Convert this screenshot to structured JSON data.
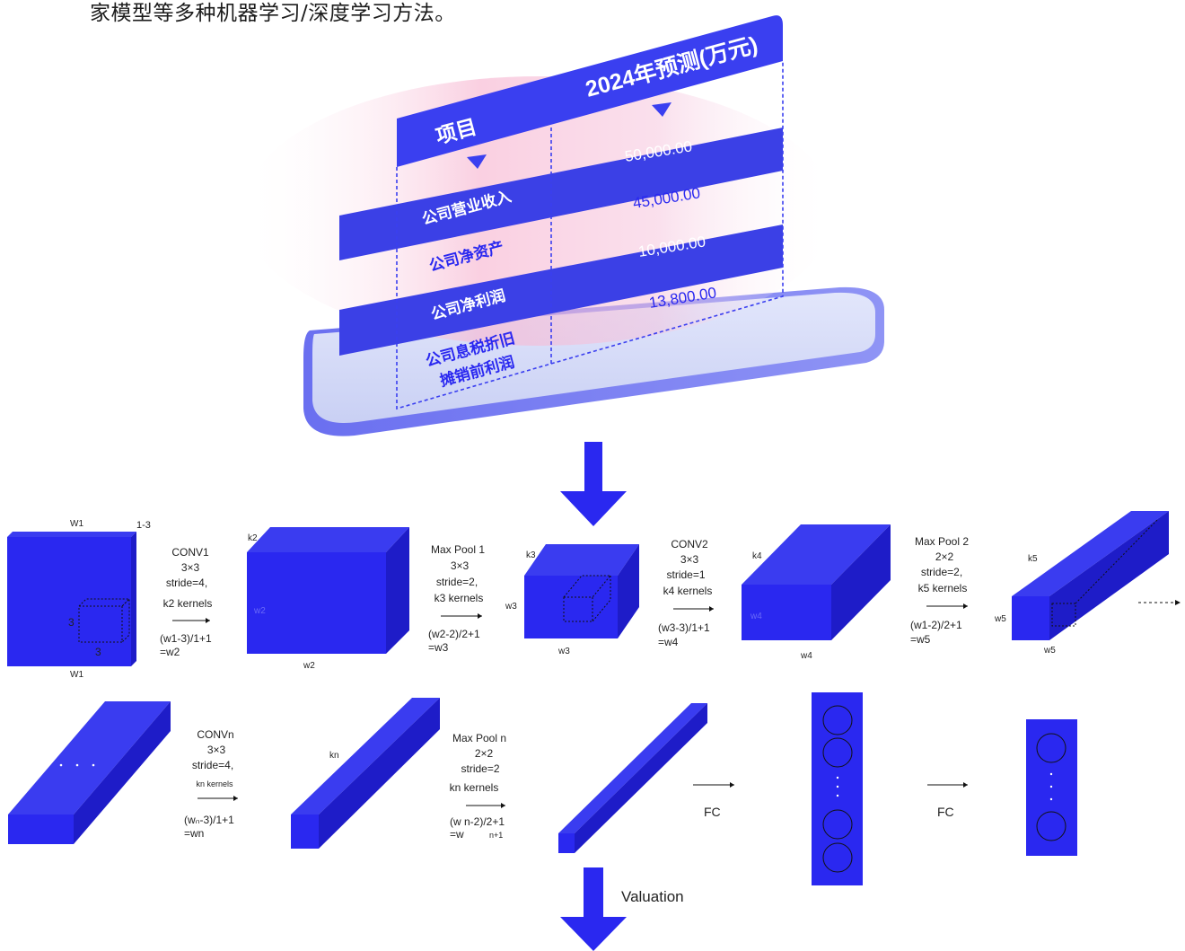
{
  "intro_text": "家模型等多种机器学习/深度学习方法。",
  "table": {
    "header_item": "项目",
    "header_value": "2024年预测(万元)",
    "rows": [
      {
        "label": "公司营业收入",
        "value": "50,000.00"
      },
      {
        "label": "公司净资产",
        "value": "45,000.00"
      },
      {
        "label": "公司净利润",
        "value": "10,000.00"
      },
      {
        "label_line1": "公司息税折旧",
        "label_line2": "摊销前利润",
        "value": "13,800.00"
      }
    ]
  },
  "cnn": {
    "block1": {
      "w_top": "W1",
      "w_bottom": "W1",
      "depth": "1-3",
      "k_a": "3",
      "k_b": "3"
    },
    "op1": {
      "l1": "CONV1",
      "l2": "3×3",
      "l3": "stride=4,",
      "l4": "k2 kernels",
      "f1": "(w1-3)/1+1",
      "f2": "=w2"
    },
    "block2": {
      "k": "k2",
      "w_side": "w2",
      "w_bottom": "w2"
    },
    "op2": {
      "l1": "Max Pool 1",
      "l2": "3×3",
      "l3": "stride=2,",
      "l4": "k3 kernels",
      "f1": "(w2-2)/2+1",
      "f2": "=w3"
    },
    "block3": {
      "k": "k3",
      "w_side": "w3",
      "w_bottom": "w3"
    },
    "op3": {
      "l1": "CONV2",
      "l2": "3×3",
      "l3": "stride=1",
      "l4": "k4 kernels",
      "f1": "(w3-3)/1+1",
      "f2": "=w4"
    },
    "block4": {
      "k": "k4",
      "w_side": "w4",
      "w_bottom": "w4"
    },
    "op4": {
      "l1": "Max Pool 2",
      "l2": "2×2",
      "l3": "stride=2,",
      "l4": "k5 kernels",
      "f1": "(w1-2)/2+1",
      "f2": "=w5"
    },
    "block5": {
      "k": "k5",
      "w_side": "w5",
      "w_bottom": "w5"
    },
    "opn": {
      "l1": "CONVn",
      "l2": "3×3",
      "l3": "stride=4,",
      "l4": "kn kernels",
      "f1": "(wₙ-3)/1+1",
      "f2": "=wn"
    },
    "blockn": {
      "k": "kn"
    },
    "opp": {
      "l1": "Max Pool n",
      "l2": "2×2",
      "l3": "stride=2",
      "l4": "kn kernels",
      "f1": "(w n-2)/2+1",
      "f2": "=w",
      "f2sub": "n+1"
    },
    "fc1": "FC",
    "fc2": "FC",
    "valuation": "Valuation"
  },
  "colors": {
    "primary_blue": "#2a28f0",
    "band_blue": "#3b40e6",
    "text_dark": "#222222"
  }
}
